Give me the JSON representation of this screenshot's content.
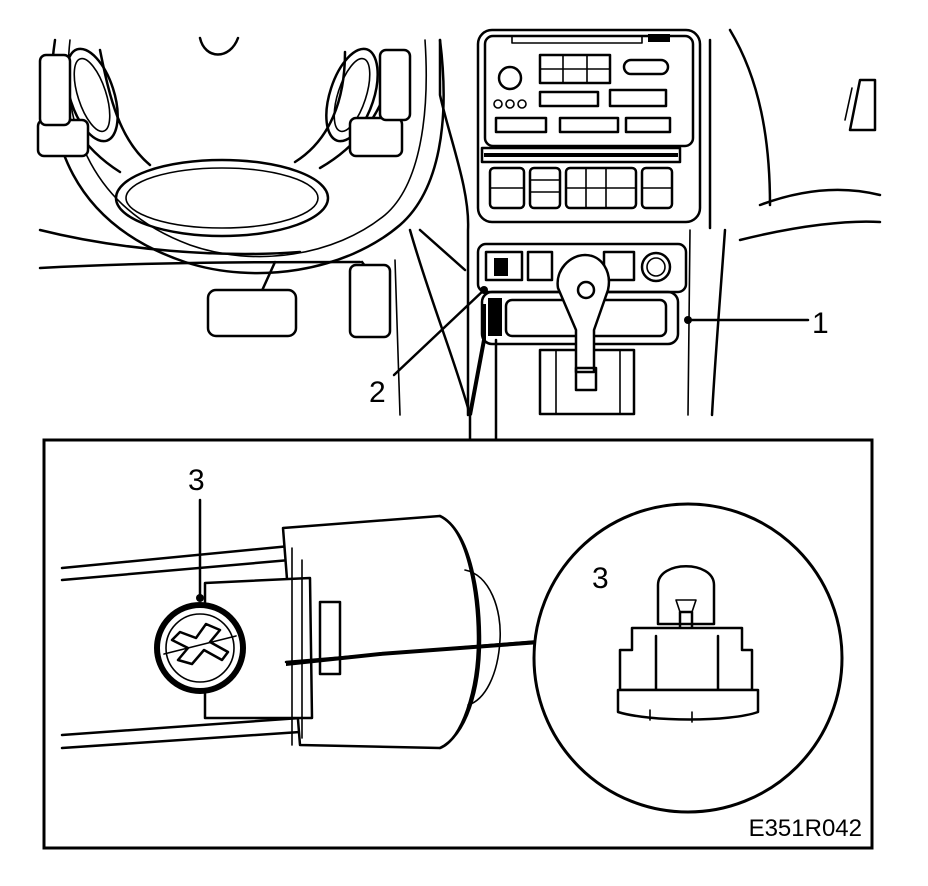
{
  "callouts": {
    "c1": "1",
    "c2": "2",
    "c3_main": "3",
    "c3_zoom": "3"
  },
  "figure_id": "E351R042"
}
